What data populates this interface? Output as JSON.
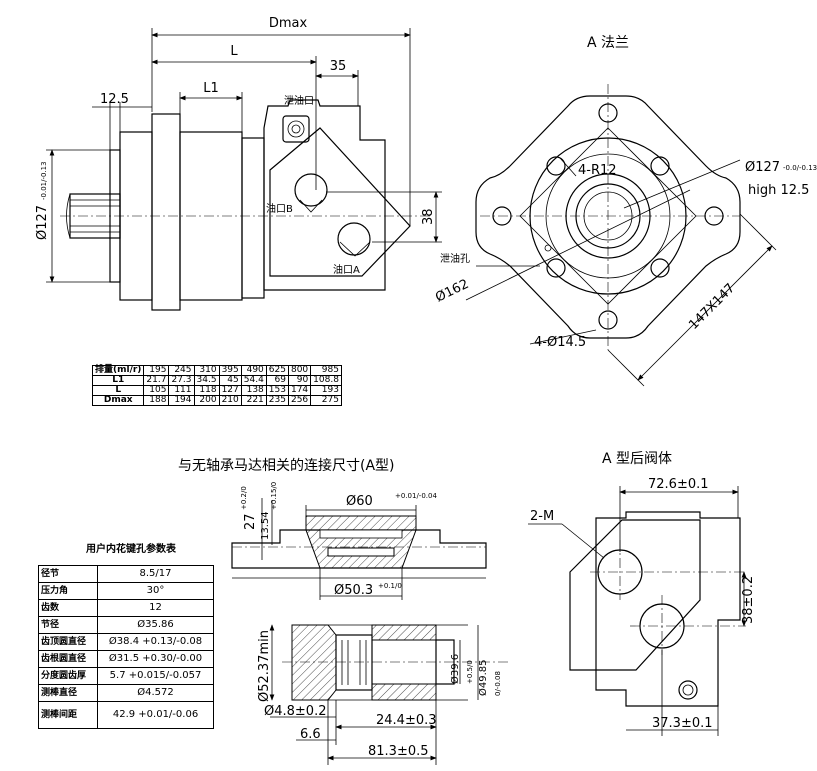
{
  "main_view": {
    "dmax": "Dmax",
    "l": "L",
    "l1": "L1",
    "d35": "35",
    "d12_5": "12.5",
    "d38": "38",
    "phi127": "Ø127",
    "phi127_tol": "-0.01/-0.13",
    "drain_port": "泄油口",
    "port_b": "油口B",
    "port_a": "油口A"
  },
  "flange_view": {
    "title": "A 法兰",
    "r12": "4-R12",
    "phi127": "Ø127",
    "phi127_tol": "-0.0/-0.13",
    "high": "high 12.5",
    "drain_hole": "泄油孔",
    "phi162": "Ø162",
    "holes": "4-Ø14.5",
    "square": "147X147"
  },
  "displacement_table": {
    "rows": [
      [
        "排量(ml/r)",
        "195",
        "245",
        "310",
        "395",
        "490",
        "625",
        "800",
        "985"
      ],
      [
        "L1",
        "21.7",
        "27.3",
        "34.5",
        "45",
        "54.4",
        "69",
        "90",
        "108.8"
      ],
      [
        "L",
        "105",
        "111",
        "118",
        "127",
        "138",
        "153",
        "174",
        "193"
      ],
      [
        "Dmax",
        "188",
        "194",
        "200",
        "210",
        "221",
        "235",
        "256",
        "275"
      ]
    ]
  },
  "connection": {
    "title": "与无轴承马达相关的连接尺寸(A型)",
    "d27": "27",
    "d27_tol": "+0.2/0",
    "d13_54": "13.54",
    "d13_54_tol": "+0.15/0",
    "phi60": "Ø60",
    "phi60_tol": "+0.01/-0.04",
    "phi50_3": "Ø50.3",
    "phi50_3_tol": "+0.1/0",
    "phi52_37": "Ø52.37min",
    "phi39_6": "Ø39.6",
    "phi39_6_tol": "+0.5/0",
    "phi49_85": "Ø49.85",
    "phi49_85_tol": "0/-0.08",
    "phi4_8": "Ø4.8±0.2",
    "d24_4": "24.4±0.3",
    "d6_6": "6.6",
    "d81_3": "81.3±0.5"
  },
  "spline_table": {
    "title": "用户内花键孔参数表",
    "rows": [
      [
        "径节",
        "8.5/17"
      ],
      [
        "压力角",
        "30°"
      ],
      [
        "齿数",
        "12"
      ],
      [
        "节径",
        "Ø35.86"
      ],
      [
        "齿顶圆直径",
        "Ø38.4 +0.13/-0.08"
      ],
      [
        "齿根圆直径",
        "Ø31.5 +0.30/-0.00"
      ],
      [
        "分度圆齿厚",
        "5.7 +0.015/-0.057"
      ],
      [
        "测棒直径",
        "Ø4.572"
      ],
      [
        "测棒间距",
        "42.9 +0.01/-0.06"
      ]
    ]
  },
  "valve_view": {
    "title": "A 型后阀体",
    "d72_6": "72.6±0.1",
    "m2": "2-M",
    "d38": "38±0.2",
    "d37_3": "37.3±0.1"
  }
}
